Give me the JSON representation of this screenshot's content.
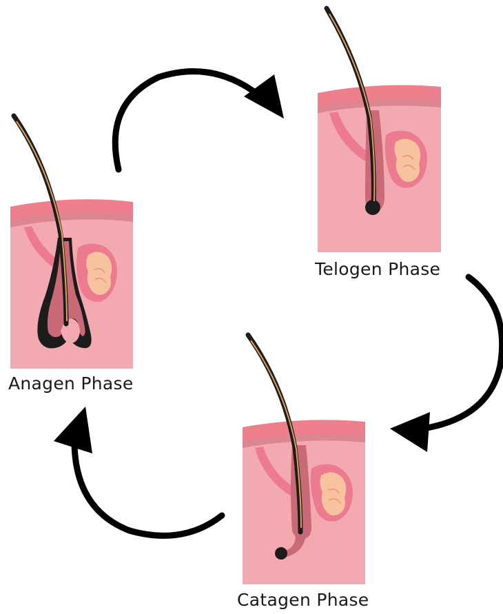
{
  "phases": {
    "anagen": {
      "label": "Anagen Phase"
    },
    "telogen": {
      "label": "Telogen Phase"
    },
    "catagen": {
      "label": "Catagen Phase"
    }
  },
  "colors": {
    "skin_dermis": "#f2a9b0",
    "skin_surface": "#ee7f8d",
    "skin_surface_dark": "#c96a76",
    "gland_outer": "#ec7b8f",
    "gland_inner": "#f7c39f",
    "hair_dark": "#1c1c1c",
    "hair_core": "#e0a15a",
    "arrow": "#000000"
  }
}
